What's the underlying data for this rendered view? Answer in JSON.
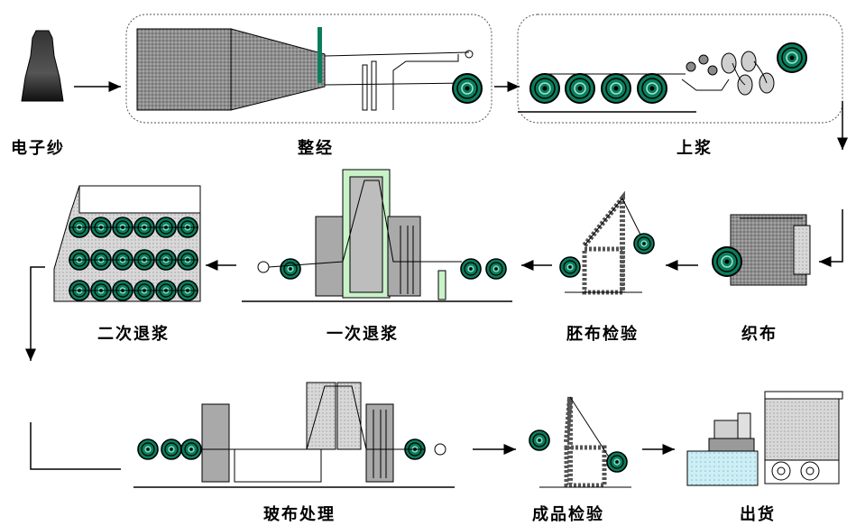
{
  "diagram": {
    "steps": [
      {
        "id": "yarn",
        "label": "电子纱"
      },
      {
        "id": "warping",
        "label": "整经"
      },
      {
        "id": "sizing",
        "label": "上浆"
      },
      {
        "id": "weaving",
        "label": "织布"
      },
      {
        "id": "grey-inspection",
        "label": "胚布检验"
      },
      {
        "id": "first-desizing",
        "label": "一次退浆"
      },
      {
        "id": "second-desizing",
        "label": "二次退浆"
      },
      {
        "id": "fabric-treatment",
        "label": "玻布处理"
      },
      {
        "id": "final-inspection",
        "label": "成品检验"
      },
      {
        "id": "shipping",
        "label": "出货"
      }
    ]
  },
  "colors": {
    "roll_fill": "#0b7d5c",
    "machine_gray": "#a9a9a9",
    "frame_outline": "#6e6e6e",
    "highlight_green": "#c9f2c9",
    "light_blue": "#cdeef4"
  }
}
